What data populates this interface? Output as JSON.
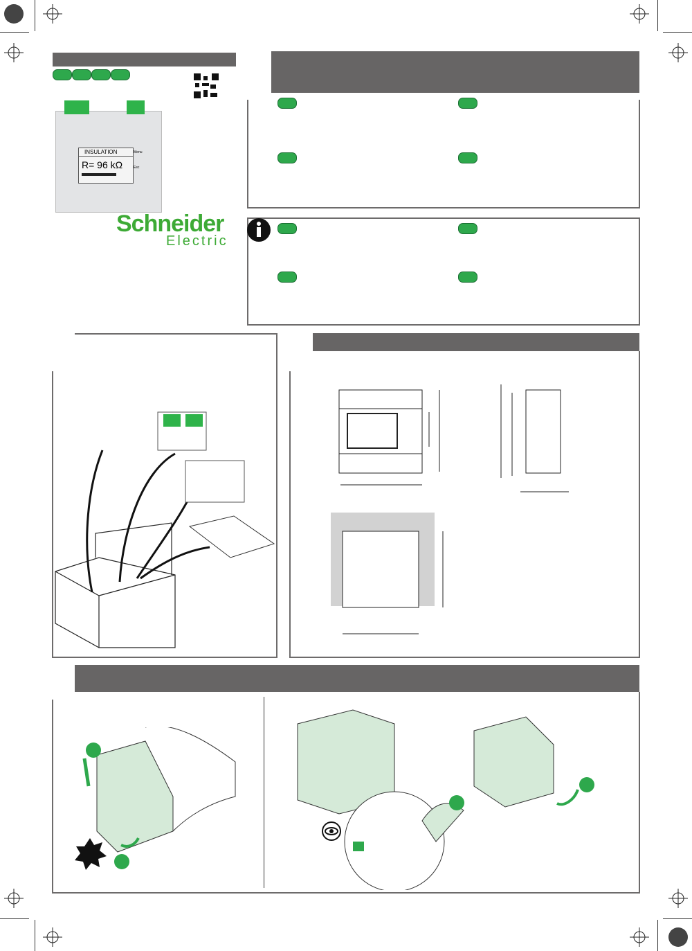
{
  "brand": {
    "name_line1": "Schneider",
    "name_line2": "Electric",
    "color": "#3daa35"
  },
  "device": {
    "screen_title": "INSULATION",
    "reading": "R= 96 kΩ",
    "buttons": [
      "Menu",
      "Esc"
    ]
  },
  "colors": {
    "header_bar": "#676565",
    "badge": "#2ea84c",
    "illustration_fill": "#d5ead8"
  },
  "icons": [
    "info-icon",
    "eye-icon",
    "qr-code-icon",
    "registration-mark-icon"
  ]
}
